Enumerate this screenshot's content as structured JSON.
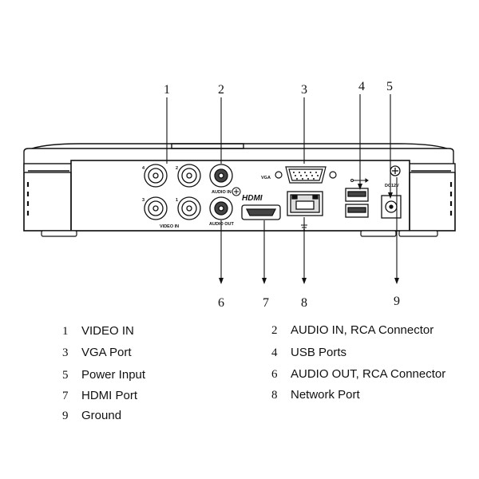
{
  "diagram": {
    "callouts": [
      "1",
      "2",
      "3",
      "4",
      "5",
      "6",
      "7",
      "8",
      "9"
    ],
    "panel_labels": {
      "video_in": "VIDEO IN",
      "audio_in": "AUDIO IN",
      "audio_out": "AUDIO OUT",
      "vga": "VGA",
      "hdmi": "HDMI",
      "dc12v": "DC12V",
      "port_4": "4",
      "port_2": "2",
      "port_3": "3",
      "port_1": "1"
    }
  },
  "legend": [
    {
      "num": "1",
      "label": "VIDEO IN"
    },
    {
      "num": "2",
      "label": "AUDIO IN, RCA Connector"
    },
    {
      "num": "3",
      "label": "VGA Port"
    },
    {
      "num": "4",
      "label": "USB Ports"
    },
    {
      "num": "5",
      "label": "Power Input"
    },
    {
      "num": "6",
      "label": "AUDIO OUT, RCA Connector"
    },
    {
      "num": "7",
      "label": "HDMI Port"
    },
    {
      "num": "8",
      "label": "Network Port"
    },
    {
      "num": "9",
      "label": "Ground"
    }
  ]
}
